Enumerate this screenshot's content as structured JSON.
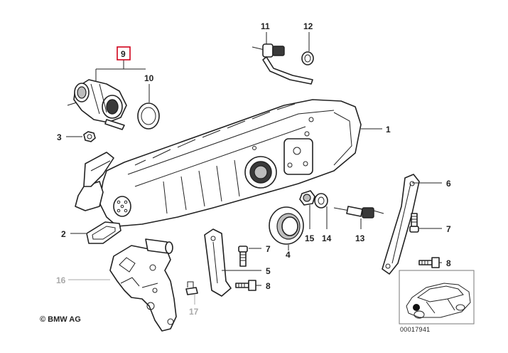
{
  "callouts": [
    {
      "id": "1",
      "label": "1"
    },
    {
      "id": "2",
      "label": "2"
    },
    {
      "id": "3",
      "label": "3"
    },
    {
      "id": "4",
      "label": "4"
    },
    {
      "id": "5",
      "label": "5"
    },
    {
      "id": "6",
      "label": "6"
    },
    {
      "id": "7a",
      "label": "7"
    },
    {
      "id": "7b",
      "label": "7"
    },
    {
      "id": "8a",
      "label": "8"
    },
    {
      "id": "8b",
      "label": "8"
    },
    {
      "id": "9",
      "label": "9"
    },
    {
      "id": "10",
      "label": "10"
    },
    {
      "id": "11",
      "label": "11"
    },
    {
      "id": "12",
      "label": "12"
    },
    {
      "id": "13",
      "label": "13"
    },
    {
      "id": "14",
      "label": "14"
    },
    {
      "id": "15",
      "label": "15"
    },
    {
      "id": "16",
      "label": "16"
    },
    {
      "id": "17",
      "label": "17"
    }
  ],
  "highlight_color": "#d0021b",
  "inactive_callout_color": "#a9a9a9",
  "copyright": "© BMW AG",
  "diagram_id": "00017941"
}
